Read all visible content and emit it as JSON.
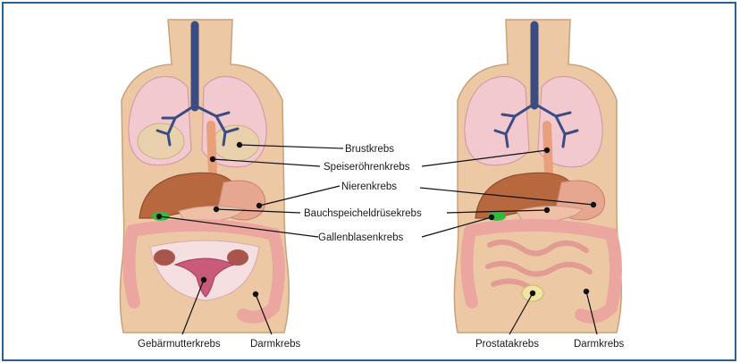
{
  "labels": {
    "brustkrebs": "Brustkrebs",
    "speiseroehrenkrebs": "Speiseröhrenkrebs",
    "nierenkrebs": "Nierenkrebs",
    "bauchspeicheldruesenkrebs": "Bauchspeicheldrüsekrebs",
    "gallenblasenkrebs": "Gallenblasenkrebs",
    "gebaermutterkrebs": "Gebärmutterkrebs",
    "darmkrebs_female": "Darmkrebs",
    "prostatakrebs": "Prostatakrebs",
    "darmkrebs_male": "Darmkrebs"
  },
  "colors": {
    "frame": "#2c5f93",
    "skin": "#ecc9a4",
    "lung": "#f2c9cf",
    "bronchi": "#3b4c82",
    "liver": "#b8683e",
    "stomach": "#e6a690",
    "intestine": "#eba79f",
    "gallbladder": "#2fbb3e",
    "uterus": "#c95a79",
    "prostate": "#f1e3a0",
    "leader": "#111111"
  }
}
